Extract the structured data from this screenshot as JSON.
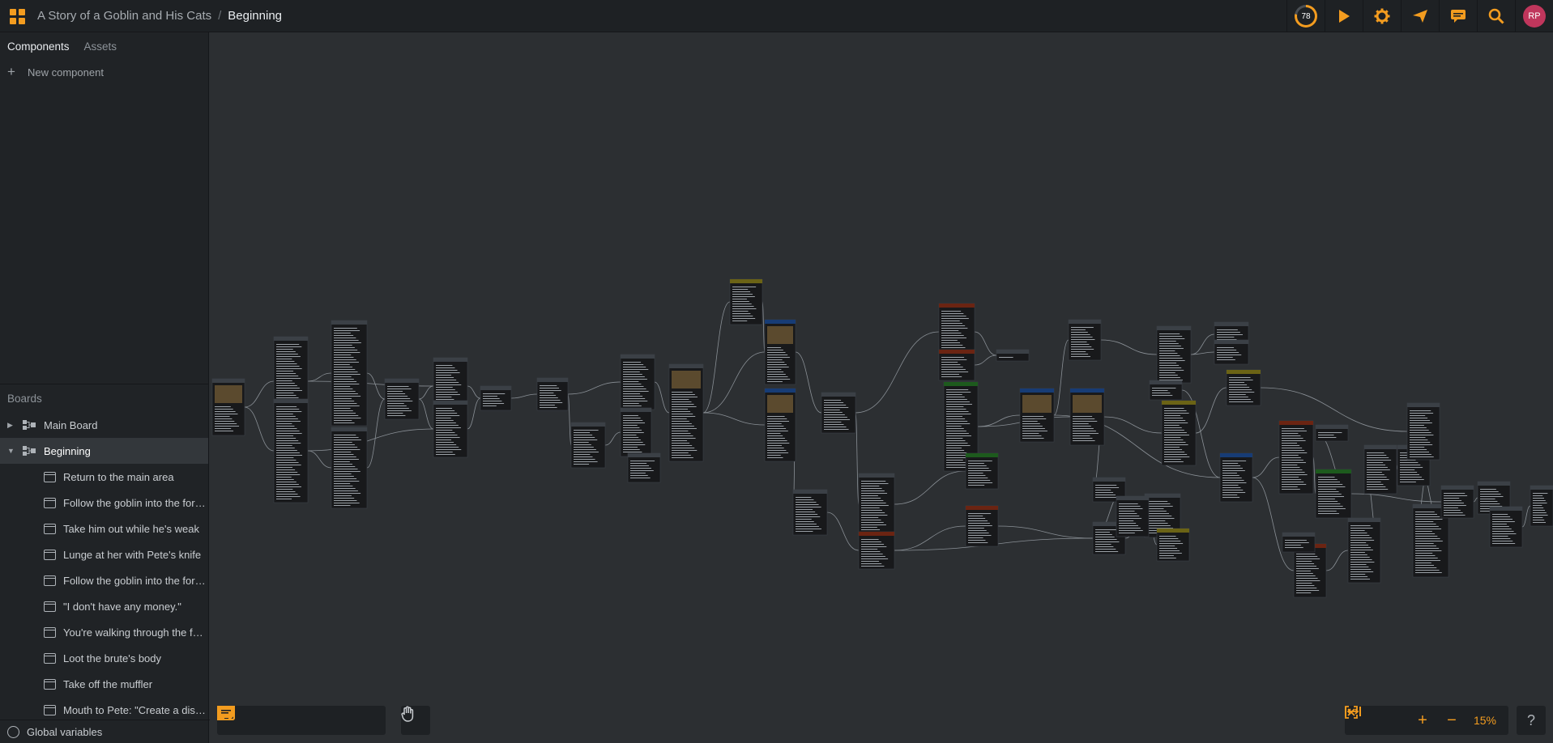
{
  "header": {
    "project_name": "A Story of a Goblin and His Cats",
    "separator": "/",
    "board_name": "Beginning",
    "progress_value": "78",
    "avatar_initials": "RP"
  },
  "sidebar": {
    "tabs": [
      "Components",
      "Assets"
    ],
    "new_component": "New component",
    "boards_title": "Boards",
    "boards": [
      {
        "label": "Main Board",
        "expanded": false
      },
      {
        "label": "Beginning",
        "expanded": true
      }
    ],
    "nodes": [
      "Return to the main area",
      "Follow the goblin into the forest",
      "Take him out while he's weak",
      "Lunge at her with Pete's knife",
      "Follow the goblin into the forest",
      "\"I don't have any money.\"",
      "You're walking through the forest",
      "Loot the brute's body",
      "Take off the muffler",
      "Mouth to Pete: \"Create a distraction\""
    ],
    "global_variables": "Global variables"
  },
  "canvas": {
    "zoom": "15%",
    "accent": "#f39c1f",
    "node_header_colors": {
      "default": "#3b4046",
      "yellow": "#6b6315",
      "red": "#6b2412",
      "blue": "#173c75",
      "green": "#1d5a1d"
    }
  },
  "icons": {
    "app_menu": "grid-icon",
    "play": "play-icon",
    "settings": "gear-icon",
    "share": "send-icon",
    "comments": "comment-icon",
    "search": "search-icon"
  }
}
